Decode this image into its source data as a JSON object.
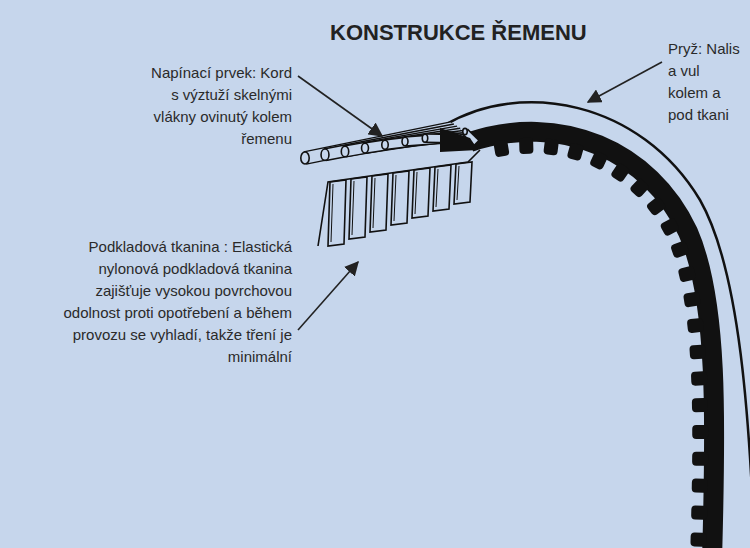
{
  "diagram": {
    "title": "KONSTRUKCE ŘEMENU",
    "labels": [
      "Napínací prvek: Kord s výztuží skelnými vlákny ovinutý kolem řemenu",
      "Pryž: Nalis a vul kolem a pod tkani",
      "Podkladová tkanina : Elastická nylonová podkladová tkanina zajišťuje vysokou povrchovou odolnost proti opotřebení a během provozu se vyhladí, takže tření je minimální"
    ]
  }
}
